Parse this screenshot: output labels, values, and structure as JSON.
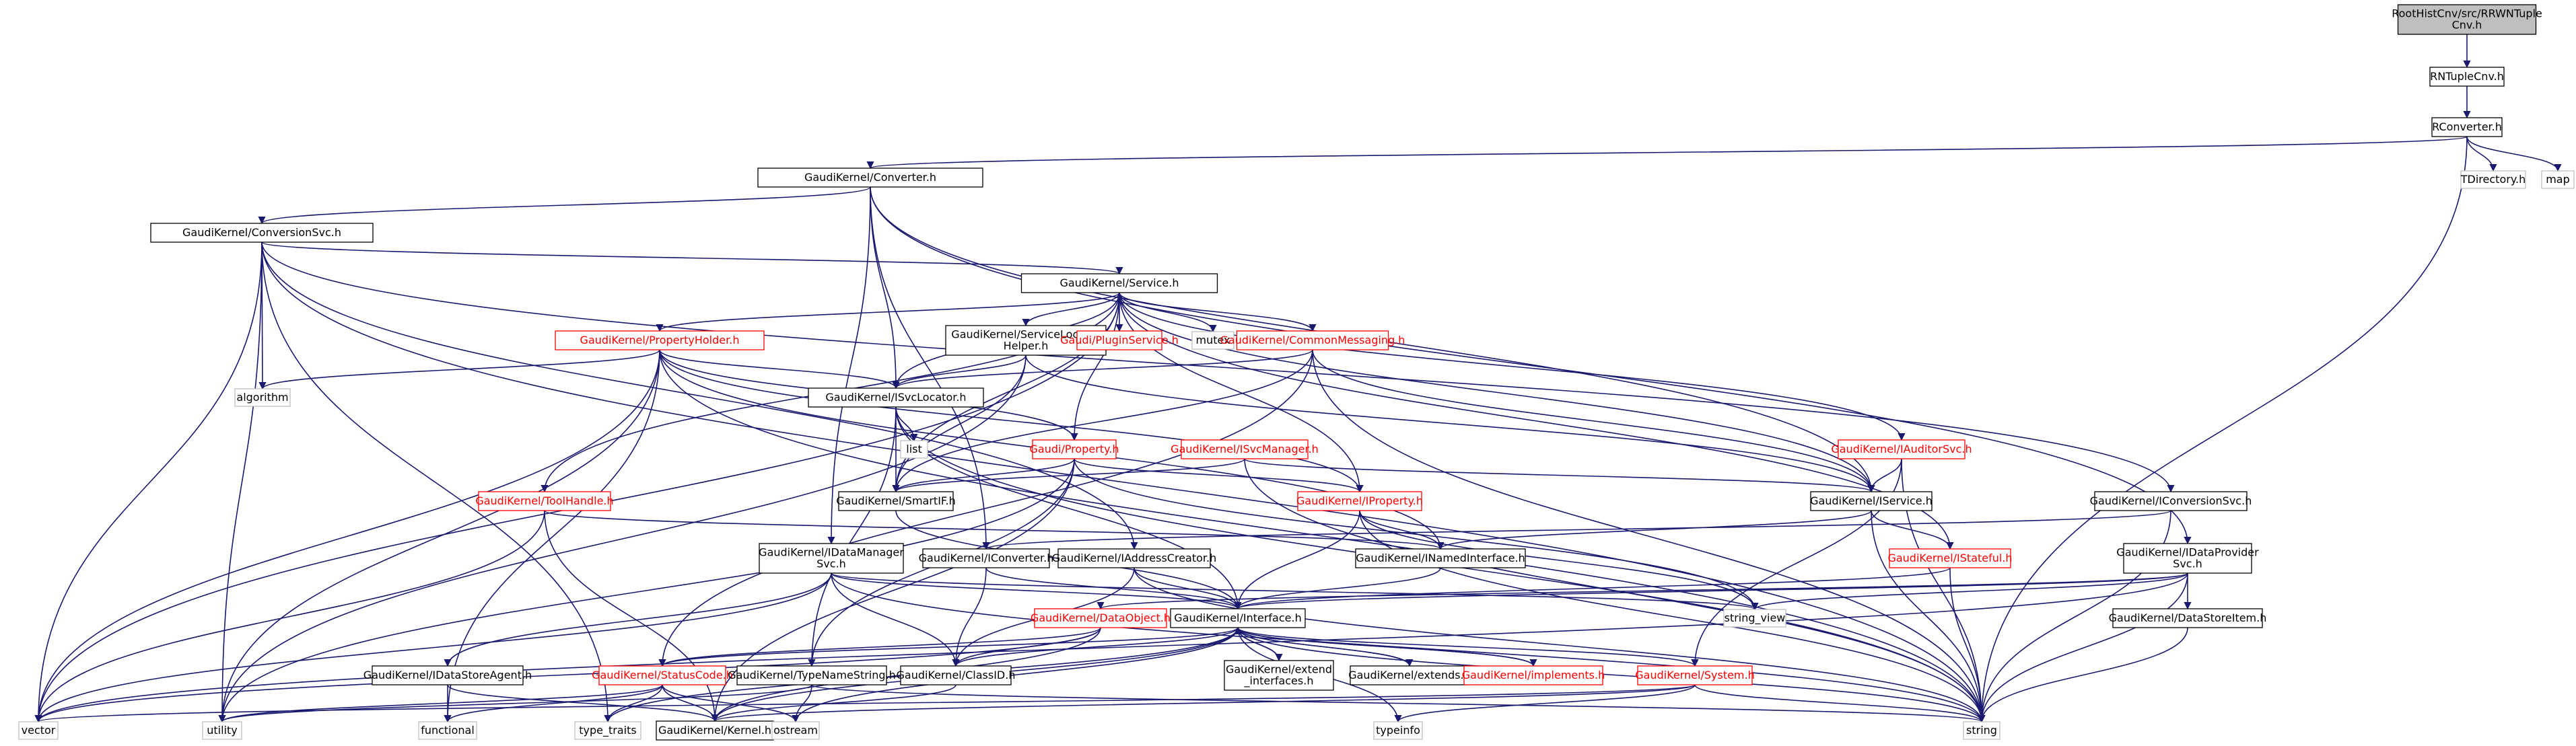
{
  "diagram": {
    "nodes": [
      {
        "id": "root",
        "label": "RootHistCnv/src/RRWNTuple\nCnv.h",
        "style": "root"
      },
      {
        "id": "rntuplecnv",
        "label": "RNTupleCnv.h",
        "style": "black"
      },
      {
        "id": "rconverter",
        "label": "RConverter.h",
        "style": "black"
      },
      {
        "id": "converter",
        "label": "GaudiKernel/Converter.h",
        "style": "black"
      },
      {
        "id": "tdirectory",
        "label": "TDirectory.h",
        "style": "grey"
      },
      {
        "id": "map",
        "label": "map",
        "style": "grey"
      },
      {
        "id": "conversionsvc",
        "label": "GaudiKernel/ConversionSvc.h",
        "style": "black"
      },
      {
        "id": "service",
        "label": "GaudiKernel/Service.h",
        "style": "black"
      },
      {
        "id": "propertyholder",
        "label": "GaudiKernel/PropertyHolder.h",
        "style": "red"
      },
      {
        "id": "servicelocatorhelper",
        "label": "GaudiKernel/ServiceLocator\nHelper.h",
        "style": "black"
      },
      {
        "id": "pluginservice",
        "label": "Gaudi/PluginService.h",
        "style": "red"
      },
      {
        "id": "mutex",
        "label": "mutex",
        "style": "grey"
      },
      {
        "id": "commonmessaging",
        "label": "GaudiKernel/CommonMessaging.h",
        "style": "red"
      },
      {
        "id": "algorithm",
        "label": "algorithm",
        "style": "grey"
      },
      {
        "id": "isvclocator",
        "label": "GaudiKernel/ISvcLocator.h",
        "style": "black"
      },
      {
        "id": "list",
        "label": "list",
        "style": "grey"
      },
      {
        "id": "property",
        "label": "Gaudi/Property.h",
        "style": "red"
      },
      {
        "id": "isvcmanager",
        "label": "GaudiKernel/ISvcManager.h",
        "style": "red"
      },
      {
        "id": "iauditorsvc",
        "label": "GaudiKernel/IAuditorSvc.h",
        "style": "red"
      },
      {
        "id": "toolhandle",
        "label": "GaudiKernel/ToolHandle.h",
        "style": "red"
      },
      {
        "id": "smartif",
        "label": "GaudiKernel/SmartIF.h",
        "style": "black"
      },
      {
        "id": "iproperty",
        "label": "GaudiKernel/IProperty.h",
        "style": "red"
      },
      {
        "id": "iservice",
        "label": "GaudiKernel/IService.h",
        "style": "black"
      },
      {
        "id": "iconversionsvc",
        "label": "GaudiKernel/IConversionSvc.h",
        "style": "black"
      },
      {
        "id": "idatamanagersvc",
        "label": "GaudiKernel/IDataManager\nSvc.h",
        "style": "black"
      },
      {
        "id": "iconverter",
        "label": "GaudiKernel/IConverter.h",
        "style": "black"
      },
      {
        "id": "iaddresscreator",
        "label": "GaudiKernel/IAddressCreator.h",
        "style": "black"
      },
      {
        "id": "inamedinterface",
        "label": "GaudiKernel/INamedInterface.h",
        "style": "black"
      },
      {
        "id": "istateful",
        "label": "GaudiKernel/IStateful.h",
        "style": "red"
      },
      {
        "id": "idataprovidersvc",
        "label": "GaudiKernel/IDataProvider\nSvc.h",
        "style": "black"
      },
      {
        "id": "dataobject",
        "label": "GaudiKernel/DataObject.h",
        "style": "red"
      },
      {
        "id": "interface",
        "label": "GaudiKernel/Interface.h",
        "style": "black"
      },
      {
        "id": "string_view",
        "label": "string_view",
        "style": "grey"
      },
      {
        "id": "datastoreitem",
        "label": "GaudiKernel/DataStoreItem.h",
        "style": "black"
      },
      {
        "id": "idatastoreagent",
        "label": "GaudiKernel/IDataStoreAgent.h",
        "style": "black"
      },
      {
        "id": "statuscode",
        "label": "GaudiKernel/StatusCode.h",
        "style": "red"
      },
      {
        "id": "typenamestring",
        "label": "GaudiKernel/TypeNameString.h",
        "style": "black"
      },
      {
        "id": "classid",
        "label": "GaudiKernel/ClassID.h",
        "style": "black"
      },
      {
        "id": "extend_interfaces",
        "label": "GaudiKernel/extend\n_interfaces.h",
        "style": "black"
      },
      {
        "id": "extends",
        "label": "GaudiKernel/extends.h",
        "style": "black"
      },
      {
        "id": "implements",
        "label": "GaudiKernel/implements.h",
        "style": "red"
      },
      {
        "id": "system",
        "label": "GaudiKernel/System.h",
        "style": "red"
      },
      {
        "id": "vector",
        "label": "vector",
        "style": "grey"
      },
      {
        "id": "utility",
        "label": "utility",
        "style": "grey"
      },
      {
        "id": "functional",
        "label": "functional",
        "style": "grey"
      },
      {
        "id": "type_traits",
        "label": "type_traits",
        "style": "grey"
      },
      {
        "id": "kernel",
        "label": "GaudiKernel/Kernel.h",
        "style": "black"
      },
      {
        "id": "ostream",
        "label": "ostream",
        "style": "grey"
      },
      {
        "id": "typeinfo",
        "label": "typeinfo",
        "style": "grey"
      },
      {
        "id": "string",
        "label": "string",
        "style": "grey"
      }
    ],
    "edges": [
      [
        "root",
        "rntuplecnv"
      ],
      [
        "rntuplecnv",
        "rconverter"
      ],
      [
        "rconverter",
        "converter"
      ],
      [
        "rconverter",
        "tdirectory"
      ],
      [
        "rconverter",
        "map"
      ],
      [
        "rconverter",
        "string"
      ],
      [
        "converter",
        "conversionsvc"
      ],
      [
        "converter",
        "isvclocator"
      ],
      [
        "converter",
        "iservice"
      ],
      [
        "converter",
        "idataprovidersvc"
      ],
      [
        "converter",
        "idatamanagersvc"
      ],
      [
        "converter",
        "iconverter"
      ],
      [
        "conversionsvc",
        "service"
      ],
      [
        "conversionsvc",
        "algorithm"
      ],
      [
        "conversionsvc",
        "iconversionsvc"
      ],
      [
        "conversionsvc",
        "vector"
      ],
      [
        "conversionsvc",
        "utility"
      ],
      [
        "conversionsvc",
        "type_traits"
      ],
      [
        "conversionsvc",
        "iaddresscreator"
      ],
      [
        "conversionsvc",
        "string"
      ],
      [
        "service",
        "propertyholder"
      ],
      [
        "service",
        "servicelocatorhelper"
      ],
      [
        "service",
        "pluginservice"
      ],
      [
        "service",
        "mutex"
      ],
      [
        "service",
        "commonmessaging"
      ],
      [
        "service",
        "isvclocator"
      ],
      [
        "service",
        "iauditorsvc"
      ],
      [
        "service",
        "toolhandle"
      ],
      [
        "service",
        "property"
      ],
      [
        "service",
        "iservice"
      ],
      [
        "service",
        "iproperty"
      ],
      [
        "service",
        "istateful"
      ],
      [
        "service",
        "smartif"
      ],
      [
        "service",
        "vector"
      ],
      [
        "propertyholder",
        "algorithm"
      ],
      [
        "propertyholder",
        "isvclocator"
      ],
      [
        "propertyholder",
        "property"
      ],
      [
        "propertyholder",
        "iproperty"
      ],
      [
        "propertyholder",
        "vector"
      ],
      [
        "propertyholder",
        "utility"
      ],
      [
        "propertyholder",
        "functional"
      ],
      [
        "propertyholder",
        "inamedinterface"
      ],
      [
        "propertyholder",
        "string"
      ],
      [
        "servicelocatorhelper",
        "isvclocator"
      ],
      [
        "servicelocatorhelper",
        "smartif"
      ],
      [
        "servicelocatorhelper",
        "iservice"
      ],
      [
        "servicelocatorhelper",
        "utility"
      ],
      [
        "commonmessaging",
        "isvclocator"
      ],
      [
        "commonmessaging",
        "smartif"
      ],
      [
        "commonmessaging",
        "statuscode"
      ],
      [
        "commonmessaging",
        "string"
      ],
      [
        "commonmessaging",
        "iservice"
      ],
      [
        "isvclocator",
        "list"
      ],
      [
        "isvclocator",
        "smartif"
      ],
      [
        "isvclocator",
        "interface"
      ],
      [
        "isvclocator",
        "typenamestring"
      ],
      [
        "isvclocator",
        "string"
      ],
      [
        "property",
        "smartif"
      ],
      [
        "property",
        "iproperty"
      ],
      [
        "property",
        "kernel"
      ],
      [
        "property",
        "string_view"
      ],
      [
        "property",
        "typenamestring"
      ],
      [
        "property",
        "utility"
      ],
      [
        "isvcmanager",
        "iservice"
      ],
      [
        "isvcmanager",
        "smartif"
      ],
      [
        "isvcmanager",
        "string"
      ],
      [
        "iauditorsvc",
        "iservice"
      ],
      [
        "iauditorsvc",
        "system"
      ],
      [
        "iauditorsvc",
        "string"
      ],
      [
        "toolhandle",
        "inamedinterface"
      ],
      [
        "toolhandle",
        "vector"
      ],
      [
        "toolhandle",
        "kernel"
      ],
      [
        "smartif",
        "interface"
      ],
      [
        "iproperty",
        "inamedinterface"
      ],
      [
        "iproperty",
        "interface"
      ],
      [
        "iproperty",
        "string_view"
      ],
      [
        "iproperty",
        "string"
      ],
      [
        "iservice",
        "inamedinterface"
      ],
      [
        "iservice",
        "istateful"
      ],
      [
        "iservice",
        "string"
      ],
      [
        "iconversionsvc",
        "iconverter"
      ],
      [
        "iconversionsvc",
        "string"
      ],
      [
        "idatamanagersvc",
        "interface"
      ],
      [
        "idatamanagersvc",
        "classid"
      ],
      [
        "idatamanagersvc",
        "string"
      ],
      [
        "idatamanagersvc",
        "idatastoreagent"
      ],
      [
        "idatamanagersvc",
        "vector"
      ],
      [
        "idatamanagersvc",
        "string_view"
      ],
      [
        "iconverter",
        "interface"
      ],
      [
        "iconverter",
        "classid"
      ],
      [
        "iaddresscreator",
        "interface"
      ],
      [
        "iaddresscreator",
        "classid"
      ],
      [
        "iaddresscreator",
        "string"
      ],
      [
        "inamedinterface",
        "interface"
      ],
      [
        "istateful",
        "interface"
      ],
      [
        "istateful",
        "string"
      ],
      [
        "idataprovidersvc",
        "interface"
      ],
      [
        "idataprovidersvc",
        "datastoreitem"
      ],
      [
        "idataprovidersvc",
        "dataobject"
      ],
      [
        "idataprovidersvc",
        "string_view"
      ],
      [
        "idataprovidersvc",
        "string"
      ],
      [
        "idataprovidersvc",
        "vector"
      ],
      [
        "dataobject",
        "classid"
      ],
      [
        "dataobject",
        "statuscode"
      ],
      [
        "dataobject",
        "kernel"
      ],
      [
        "dataobject",
        "vector"
      ],
      [
        "interface",
        "extend_interfaces"
      ],
      [
        "interface",
        "extends"
      ],
      [
        "interface",
        "implements"
      ],
      [
        "interface",
        "system"
      ],
      [
        "interface",
        "statuscode"
      ],
      [
        "interface",
        "kernel"
      ],
      [
        "interface",
        "classid"
      ],
      [
        "interface",
        "ostream"
      ],
      [
        "interface",
        "typeinfo"
      ],
      [
        "interface",
        "type_traits"
      ],
      [
        "interface",
        "string"
      ],
      [
        "extend_interfaces",
        "interface"
      ],
      [
        "extends",
        "interface"
      ],
      [
        "implements",
        "interface"
      ],
      [
        "datastoreitem",
        "string"
      ],
      [
        "idatastoreagent",
        "functional"
      ],
      [
        "idatastoreagent",
        "kernel"
      ],
      [
        "statuscode",
        "kernel"
      ],
      [
        "statuscode",
        "functional"
      ],
      [
        "statuscode",
        "ostream"
      ],
      [
        "statuscode",
        "type_traits"
      ],
      [
        "statuscode",
        "utility"
      ],
      [
        "typenamestring",
        "string"
      ],
      [
        "typenamestring",
        "ostream"
      ],
      [
        "typenamestring",
        "utility"
      ],
      [
        "classid",
        "kernel"
      ],
      [
        "system",
        "kernel"
      ],
      [
        "system",
        "string"
      ],
      [
        "system",
        "typeinfo"
      ],
      [
        "system",
        "vector"
      ]
    ]
  },
  "colors": {
    "edge_blue": "#191970",
    "edge_grey": "#a9a9a9",
    "border_black": "#000000",
    "border_red": "#ff0000",
    "border_grey": "#bfbfbf",
    "root_fill": "#bfbfbf",
    "fill": "#ffffff",
    "text": "#000000",
    "red_text": "#ff0000"
  }
}
